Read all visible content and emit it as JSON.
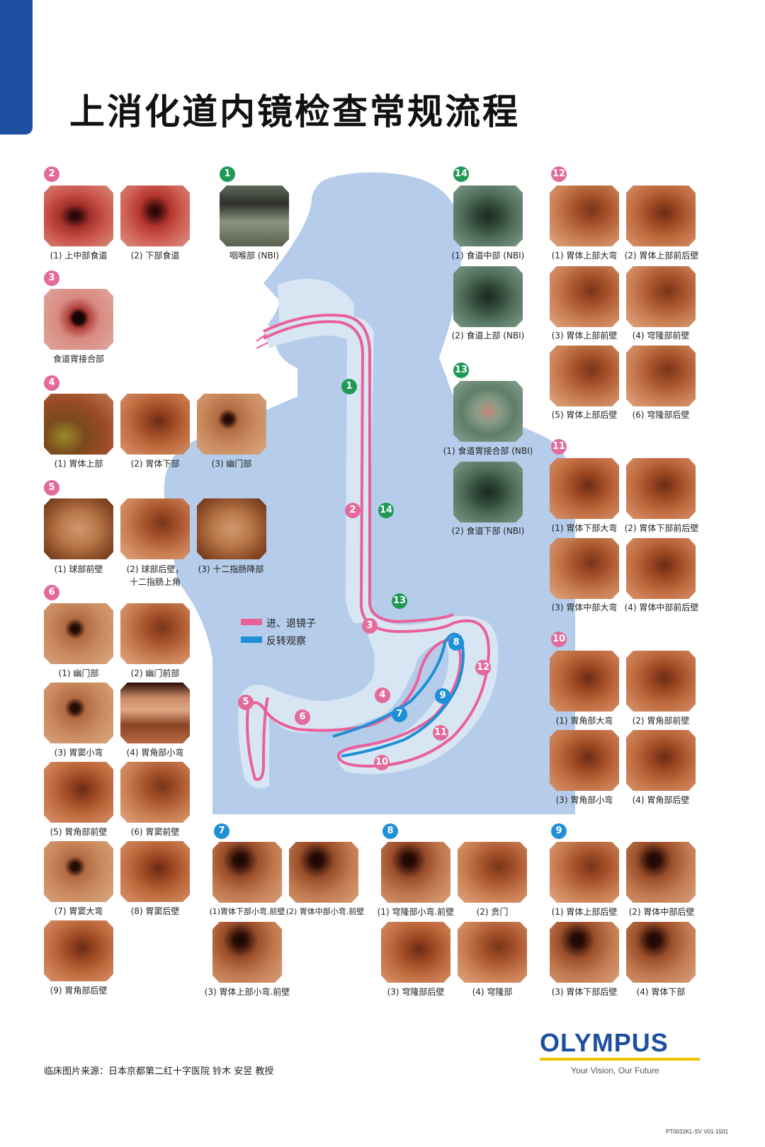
{
  "title": "上消化道内镜检查常规流程",
  "legend": {
    "insert_withdraw": "进、退镜子",
    "retroflex": "反转观察",
    "insert_color": "#e9609a",
    "retroflex_color": "#1f8fd6"
  },
  "colors": {
    "corner": "#1f4fa0",
    "body": "#b5cdea",
    "badge_pink": "#e36b9b",
    "badge_green": "#1f9a55",
    "badge_blue": "#1f8fd6",
    "brand": "#1f4fa0",
    "brand_bar": "#f2c300"
  },
  "sections": {
    "s1": {
      "num": "1",
      "caps": [
        "咽喉部 (NBI)"
      ]
    },
    "s2": {
      "num": "2",
      "caps": [
        "(1) 上中部食道",
        "(2) 下部食道"
      ]
    },
    "s3": {
      "num": "3",
      "caps": [
        "食道胃接合部"
      ]
    },
    "s4": {
      "num": "4",
      "caps": [
        "(1) 胃体上部",
        "(2) 胃体下部",
        "(3) 幽门部"
      ]
    },
    "s5": {
      "num": "5",
      "caps": [
        "(1) 球部前壁",
        "(2) 球部后壁，",
        "十二指肠上角",
        "(3) 十二指肠降部"
      ]
    },
    "s6": {
      "num": "6",
      "caps": [
        "(1) 幽门部",
        "(2) 幽门前部",
        "(3) 胃窦小弯",
        "(4) 胃角部小弯",
        "(5) 胃角部前壁",
        "(6) 胃窦前壁",
        "(7) 胃窦大弯",
        "(8) 胃窦后壁",
        "(9) 胃角部后壁"
      ]
    },
    "s7": {
      "num": "7",
      "caps": [
        "(1)胃体下部小弯.前壁",
        "(2) 胃体中部小弯.前壁",
        "(3) 胃体上部小弯.前壁"
      ]
    },
    "s8": {
      "num": "8",
      "caps": [
        "(1) 穹隆部小弯.前壁",
        "(2) 贲门",
        "(3) 穹隆部后壁",
        "(4) 穹隆部"
      ]
    },
    "s9": {
      "num": "9",
      "caps": [
        "(1) 胃体上部后壁",
        "(2) 胃体中部后壁",
        "(3) 胃体下部后壁",
        "(4) 胃体下部"
      ]
    },
    "s10": {
      "num": "10",
      "caps": [
        "(1) 胃角部大弯",
        "(2) 胃角部前壁",
        "(3) 胃角部小弯",
        "(4) 胃角部后壁"
      ]
    },
    "s11": {
      "num": "11",
      "caps": [
        "(1) 胃体下部大弯",
        "(2) 胃体下部前后壁",
        "(3) 胃体中部大弯",
        "(4) 胃体中部前后壁"
      ]
    },
    "s12": {
      "num": "12",
      "caps": [
        "(1) 胃体上部大弯",
        "(2) 胃体上部前后壁",
        "(3) 胃体上部前壁",
        "(4) 穹隆部前壁",
        "(5) 胃体上部后壁",
        "(6) 穹隆部后壁"
      ]
    },
    "s13": {
      "num": "13",
      "caps": [
        "(1) 食道胃接合部 (NBI)",
        "(2) 食道下部 (NBI)"
      ]
    },
    "s14": {
      "num": "14",
      "caps": [
        "(1) 食道中部 (NBI)",
        "(2) 食道上部 (NBI)"
      ]
    }
  },
  "path_markers": {
    "m1": "1",
    "m2": "2",
    "m3": "3",
    "m4": "4",
    "m5": "5",
    "m6": "6",
    "m7": "7",
    "m8": "8",
    "m9": "9",
    "m10": "10",
    "m11": "11",
    "m12": "12",
    "m13": "13",
    "m14": "14"
  },
  "source": "临床图片来源：日本京都第二红十字医院  铃木 安昱  教授",
  "brand": {
    "name": "OLYMPUS",
    "tagline": "Your Vision, Our Future",
    "code": "PT0032KL-SV V01-1501"
  }
}
